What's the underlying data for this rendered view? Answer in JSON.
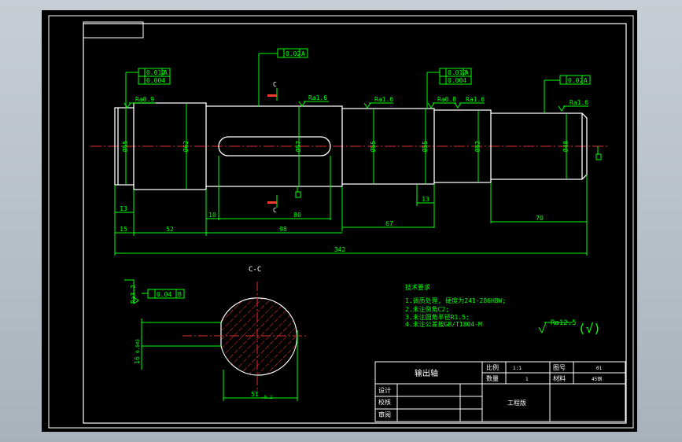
{
  "titleBlock": {
    "partName": "输出轴",
    "scale": "比例",
    "scaleValue": "1:1",
    "drawingNo": "图号",
    "drawingNoValue": "01",
    "quantity": "数量",
    "quantityValue": "1",
    "material": "材料",
    "materialValue": "45钢",
    "design": "设计",
    "check": "校核",
    "review": "审阅",
    "unit": "工程版"
  },
  "tolerances": {
    "leftRunout": "0.012",
    "leftCyl": "0.004",
    "topRunout": "0.02",
    "midRunout": "0.012",
    "midCyl": "0.004",
    "rightRunout": "0.02",
    "datum": "A",
    "keySym": "0.04",
    "keyDatum": "B"
  },
  "roughness": {
    "r1": "Ra0.9",
    "r2": "Ra1.6",
    "r3": "Ra1.6",
    "r4": "Ra0.8",
    "r5": "Ra1.6",
    "r6": "Ra1.6",
    "keyRa": "Ra3.2",
    "general": "Ra12.5",
    "generalMark": "(√)"
  },
  "dims": {
    "d13a": "13",
    "d15": "15",
    "d52": "52",
    "d10": "10",
    "d80": "80",
    "d98": "98",
    "d13b": "13",
    "d67": "67",
    "d70": "70",
    "d342": "342",
    "dia55a": "Ø55",
    "dia62": "Ø62",
    "dia57": "Ø57",
    "dia55b": "Ø55",
    "dia55c": "Ø55",
    "dia52": "Ø52",
    "dia48": "Ø48",
    "keyWidth": "16",
    "keyDepth": "51",
    "keyDepthTol": "-0.2",
    "keyWidthTol": "0.043"
  },
  "section": {
    "label": "C-C",
    "mark": "C"
  },
  "techReq": {
    "title": "技术要求",
    "lines": [
      "1.调质处理, 硬度为241-286HBW;",
      "2.未注倒角C2;",
      "3.未注圆角半径R1.5;",
      "4.未注公差按GB/T1804-M"
    ]
  }
}
